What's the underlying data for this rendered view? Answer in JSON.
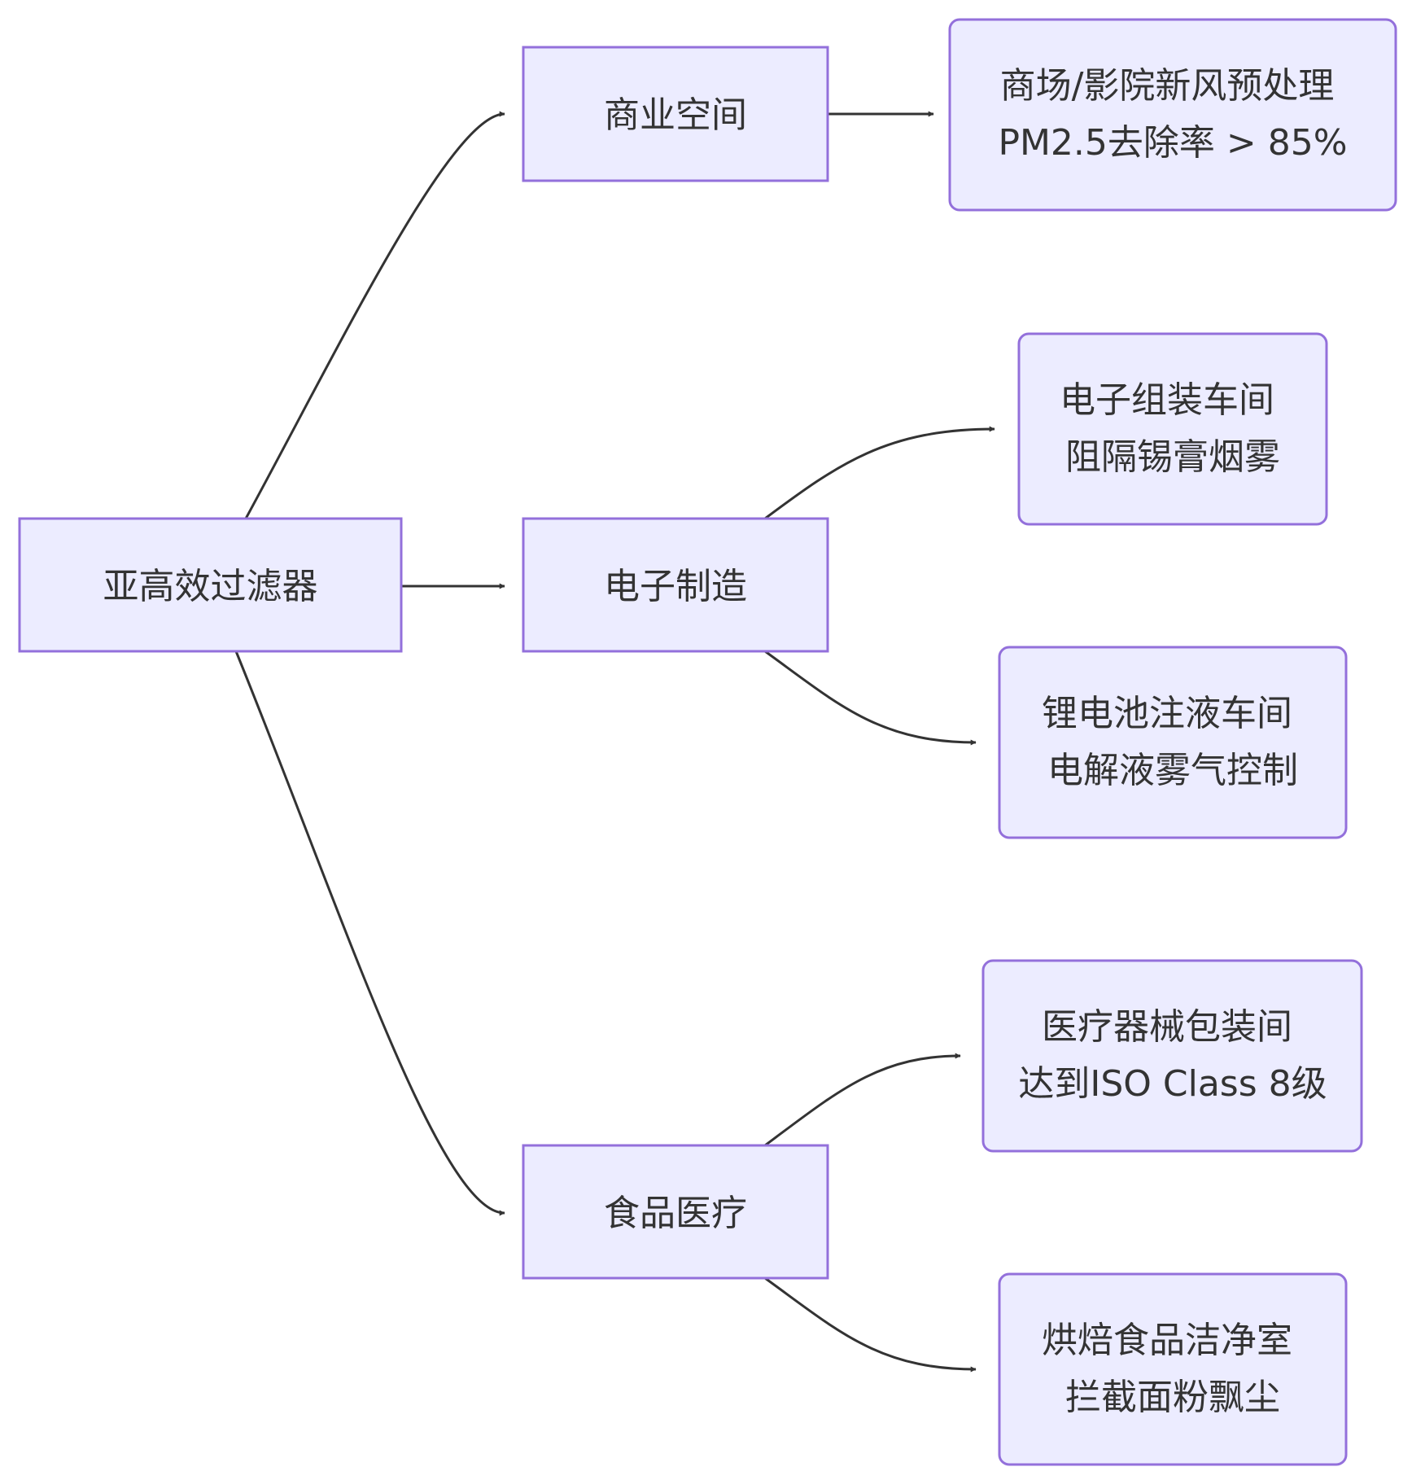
{
  "colors": {
    "node_fill": "#ECECFF",
    "node_stroke": "#9370DB",
    "edge": "#333333",
    "text": "#333333"
  },
  "nodes": {
    "root": {
      "lines": [
        "亚高效过滤器"
      ]
    },
    "commercial": {
      "lines": [
        "商业空间"
      ]
    },
    "electronics": {
      "lines": [
        "电子制造"
      ]
    },
    "food_medical": {
      "lines": [
        "食品医疗"
      ]
    },
    "mall_cinema": {
      "lines": [
        "商场/影院新风预处理",
        "PM2.5去除率 > 85%"
      ]
    },
    "assembly": {
      "lines": [
        "电子组装车间",
        "阻隔锡膏烟雾"
      ]
    },
    "battery": {
      "lines": [
        "锂电池注液车间",
        "电解液雾气控制"
      ]
    },
    "medical_packaging": {
      "lines": [
        "医疗器械包装间",
        "达到ISO Class 8级"
      ]
    },
    "bakery": {
      "lines": [
        "烘焙食品洁净室",
        "拦截面粉飘尘"
      ]
    }
  },
  "edges": [
    {
      "from": "root",
      "to": "commercial"
    },
    {
      "from": "root",
      "to": "electronics"
    },
    {
      "from": "root",
      "to": "food_medical"
    },
    {
      "from": "commercial",
      "to": "mall_cinema"
    },
    {
      "from": "electronics",
      "to": "assembly"
    },
    {
      "from": "electronics",
      "to": "battery"
    },
    {
      "from": "food_medical",
      "to": "medical_packaging"
    },
    {
      "from": "food_medical",
      "to": "bakery"
    }
  ]
}
